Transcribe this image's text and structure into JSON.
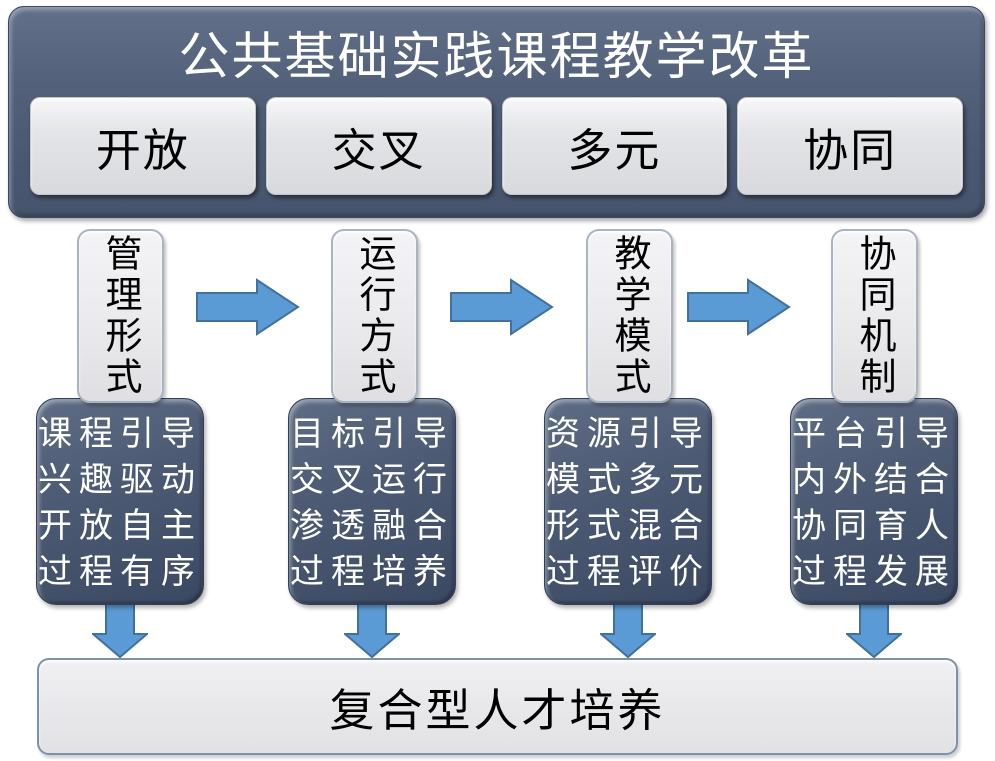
{
  "header": {
    "title": "公共基础实践课程教学改革",
    "tags": [
      {
        "label": "开放"
      },
      {
        "label": "交叉"
      },
      {
        "label": "多元"
      },
      {
        "label": "协同"
      }
    ]
  },
  "columns": [
    {
      "category": "管理形式",
      "details": [
        "课程引导",
        "兴趣驱动",
        "开放自主",
        "过程有序"
      ]
    },
    {
      "category": "运行方式",
      "details": [
        "目标引导",
        "交叉运行",
        "渗透融合",
        "过程培养"
      ]
    },
    {
      "category": "教学模式",
      "details": [
        "资源引导",
        "模式多元",
        "形式混合",
        "过程评价"
      ]
    },
    {
      "category": "协同机制",
      "details": [
        "平台引导",
        "内外结合",
        "协同育人",
        "过程发展"
      ]
    }
  ],
  "footer": {
    "label": "复合型人才培养"
  },
  "colors": {
    "banner_slate": "#4e5c76",
    "box_dark_slate": "#46546e",
    "light_gray_box": "#e8e8ea",
    "arrow_fill": "#5b9bd5",
    "arrow_border": "#41719c"
  }
}
